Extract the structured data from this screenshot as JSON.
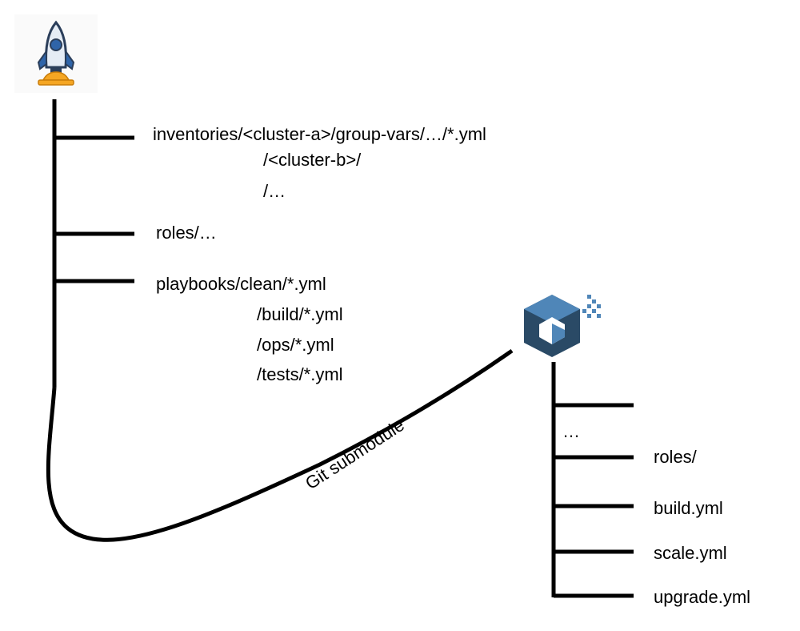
{
  "left_tree": {
    "icon": "rocket-icon",
    "inventories": {
      "line1": "inventories/<cluster-a>/group-vars/…/*.yml",
      "line2": "/<cluster-b>/",
      "line3": "/…"
    },
    "roles": "roles/…",
    "playbooks": {
      "line1": "playbooks/clean/*.yml",
      "line2": "/build/*.yml",
      "line3": "/ops/*.yml",
      "line4": "/tests/*.yml"
    }
  },
  "connector": {
    "label": "Git submodule"
  },
  "right_tree": {
    "icon": "kubespray-cube-icon",
    "items": [
      "…",
      "roles/",
      "build.yml",
      "scale.yml",
      "upgrade.yml"
    ]
  },
  "colors": {
    "line": "#000000",
    "rocket_body": "#e5ecf5",
    "rocket_accent": "#2f64a8",
    "rocket_flame": "#f5a623",
    "cube_dark": "#2a4a66",
    "cube_light": "#4f86b8"
  }
}
